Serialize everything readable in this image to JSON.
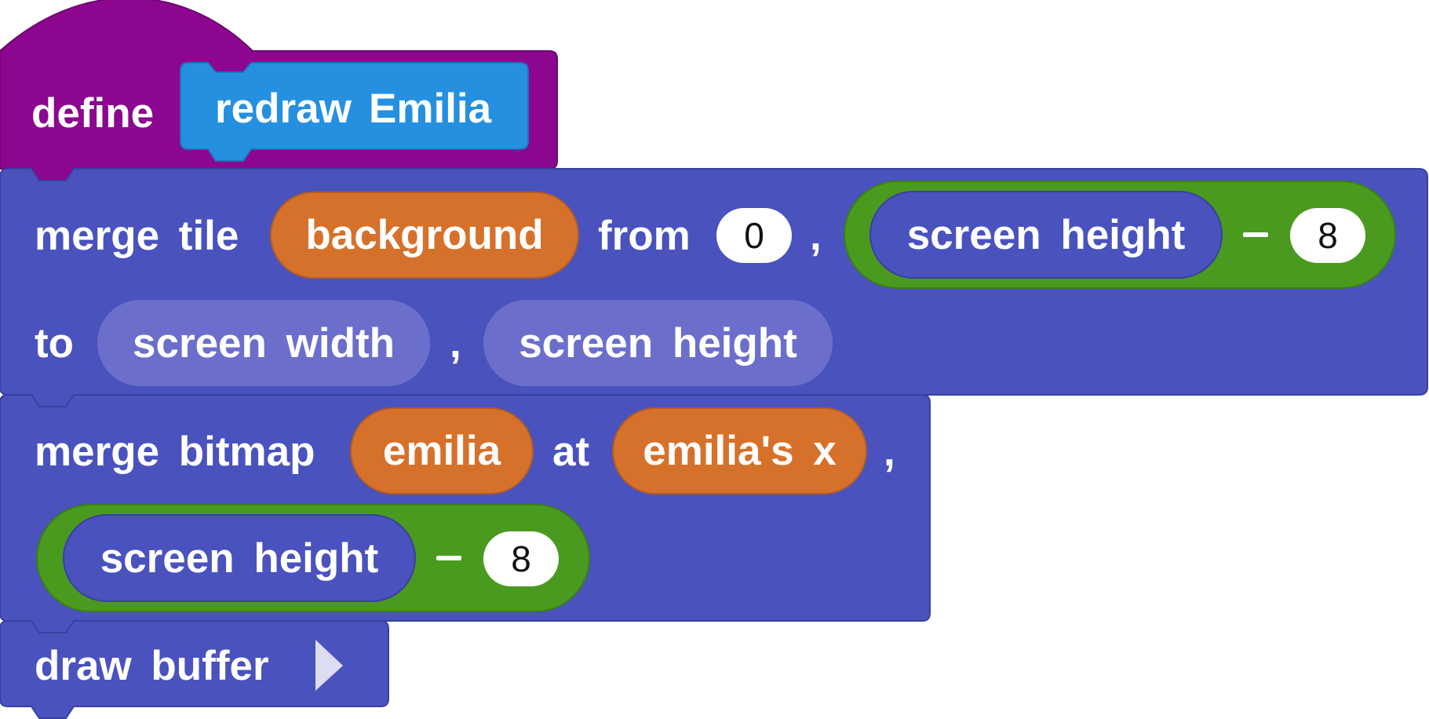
{
  "colors": {
    "define_block": "#8c068f",
    "call_block": "#2590e0",
    "command_block": "#4a52be",
    "sprite_reporter": "#d6712b",
    "variable_reporter": "#6b6fcb",
    "operator_block": "#4a9a1f"
  },
  "define_block": {
    "keyword": "define",
    "call_name": "redraw",
    "call_arg": "Emilia"
  },
  "merge_tile_block": {
    "label_merge_tile": "merge tile",
    "tile_name": "background",
    "label_from": "from",
    "from_x": "0",
    "comma_1": ",",
    "from_y_reporter": "screen height",
    "from_y_operator": "−",
    "from_y_operand": "8",
    "label_to": "to",
    "to_x_reporter": "screen width",
    "comma_2": ",",
    "to_y_reporter": "screen height"
  },
  "merge_bitmap_block": {
    "label_merge_bitmap": "merge bitmap",
    "bitmap_name": "emilia",
    "label_at": "at",
    "at_x_reporter": "emilia's x",
    "comma": ",",
    "at_y_reporter": "screen height",
    "at_y_operator": "−",
    "at_y_operand": "8"
  },
  "draw_buffer_block": {
    "label": "draw buffer",
    "expand_icon": "play-triangle-icon"
  }
}
